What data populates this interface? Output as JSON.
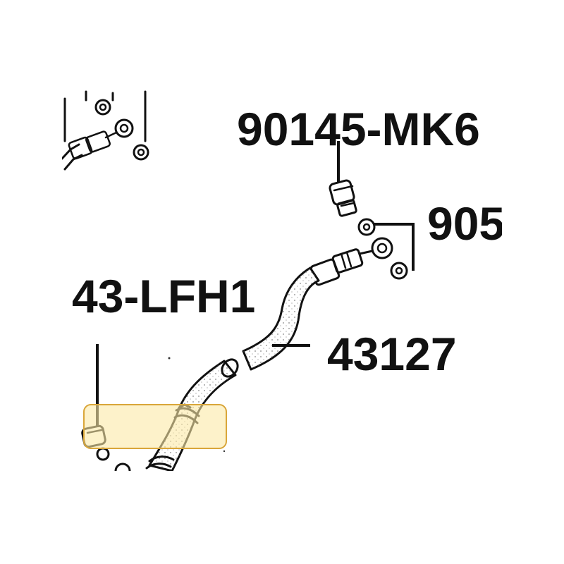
{
  "labels": {
    "top_part": "90145-MK6",
    "right_part": "905",
    "hose_part": "43127",
    "left_part": "43-LFH1"
  },
  "highlight": {
    "fill": "#fbe9a6",
    "stroke": "#d9a63a"
  }
}
